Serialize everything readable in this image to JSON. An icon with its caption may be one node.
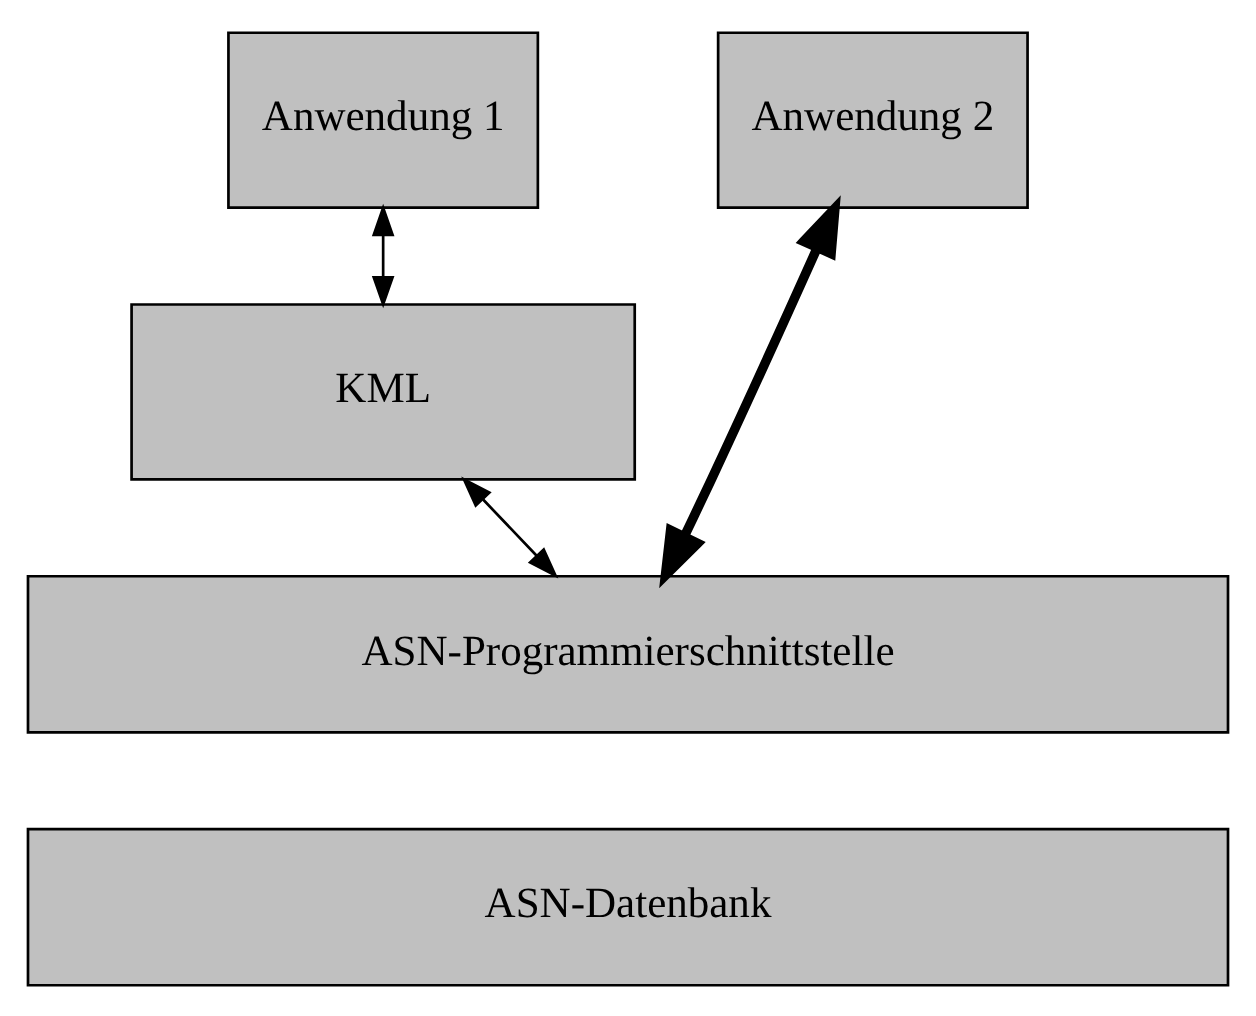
{
  "diagram": {
    "nodes": [
      {
        "text": [
          "Anwendung 1"
        ]
      },
      {
        "text": [
          "Anwendung 2"
        ]
      },
      {
        "text": [
          "KML"
        ]
      },
      {
        "text": [
          "ASN-Programmierschnittstelle"
        ]
      },
      {
        "text": [
          "ASN-Datenbank"
        ]
      }
    ],
    "edges": [
      {
        "from": 0,
        "to": 2,
        "arrow": "both"
      },
      {
        "from": 2,
        "to": 3,
        "arrow": "both"
      },
      {
        "from": 1,
        "to": 3,
        "arrow": "both",
        "style": "thick"
      }
    ]
  }
}
